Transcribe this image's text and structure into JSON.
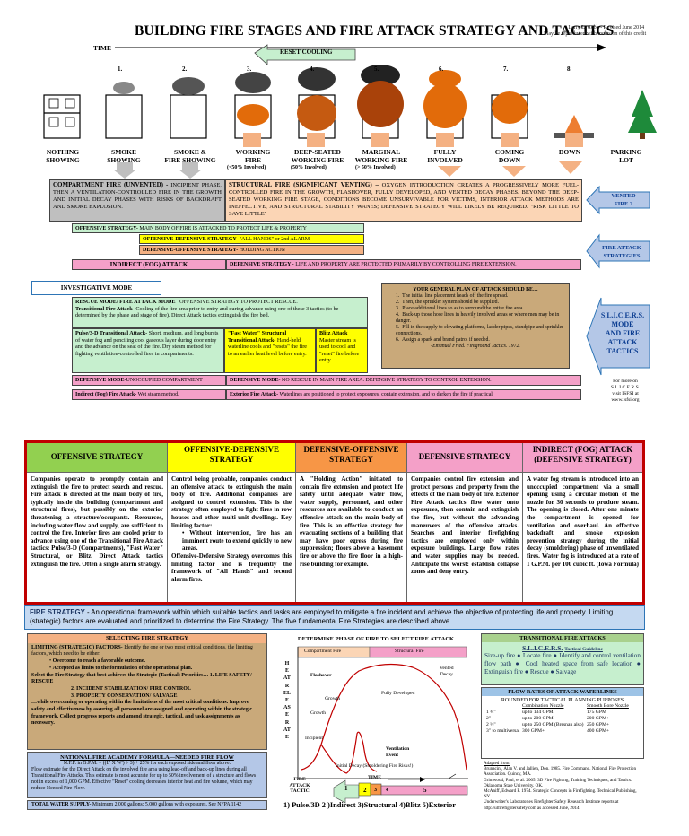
{
  "title": "BUILDING FIRE STAGES AND FIRE ATTACK STRATEGY AND TACTICS",
  "credit1": "Larry L. Cobb - Revised June 2014",
  "credit2": "May be reproduced with inclusion of this credit",
  "time_label": "TIME",
  "reset_label": "RESET COOLING",
  "stages": [
    {
      "name": "NOTHING\nSHOWING",
      "sub": ""
    },
    {
      "name": "SMOKE\nSHOWING",
      "sub": ""
    },
    {
      "name": "SMOKE &\nFIRE SHOWING",
      "sub": ""
    },
    {
      "name": "WORKING\nFIRE",
      "sub": "(<50% Involved)"
    },
    {
      "name": "DEEP-SEATED\nWORKING FIRE",
      "sub": "(50% Involved)"
    },
    {
      "name": "MARGINAL\nWORKING FIRE",
      "sub": "(> 50% Involved)"
    },
    {
      "name": "FULLY\nINVOLVED",
      "sub": ""
    },
    {
      "name": "COMING\nDOWN",
      "sub": ""
    },
    {
      "name": "DOWN",
      "sub": ""
    },
    {
      "name": "PARKING\nLOT",
      "sub": ""
    }
  ],
  "stage_nums": [
    "1.",
    "2.",
    "3.",
    "4.",
    "5.",
    "6.",
    "7.",
    "8."
  ],
  "compartment": {
    "head": "COMPARTMENT FIRE (UNVENTED) -",
    "text": "INCIPIENT PHASE, THEN A VENTILATION-CONTROLLED FIRE IN THE GROWTH AND INITIAL DECAY PHASES WITH RISKS OF BACKDRAFT AND SMOKE EXPLOSION."
  },
  "structural": {
    "head": "STRUCTURAL FIRE (SIGNIFICANT VENTING) –",
    "text": "OXYGEN INTRODUCTION CREATES A PROGRESSIVELY MORE FUEL-CONTROLLED FIRE IN THE GROWTH, FLASHOVER, FULLY DEVELOPED, AND VENTED DECAY PHASES. BEYOND THE DEEP-SEATED WORKING FIRE STAGE, CONDITIONS BECOME UNSURVIVABLE FOR VICTIMS, INTERIOR ATTACK METHODS ARE INEFFECTIVE, AND STRUCTURAL STABILITY WANES; DEFENSIVE STRATEGY WILL LIKELY BE REQUIRED. \"RISK LITTLE TO SAVE LITTLE\""
  },
  "vented_fire": "VENTED\nFIRE ?",
  "fire_attack_strategies": "FIRE ATTACK\nSTRATEGIES",
  "slicers_mode": "S.L.I.C.E.R.S.\nMODE\nAND FIRE\nATTACK\nTACTICS",
  "more_info": "For more on\nS.L.I.C.E.R.S.\nvisit ISFSI at\nwww.isfsi.org",
  "bars": {
    "offensive": {
      "head": "OFFENSIVE STRATEGY-",
      "text": " MAIN BODY OF FIRE IS ATTACKED TO PROTECT LIFE & PROPERTY"
    },
    "off_def": {
      "head": "OFFENSIVE-DEFENSIVE STRATEGY-",
      "text": " \"ALL HANDS\" or 2nd ALARM"
    },
    "def_off": {
      "head": "DEFENSIVE-OFFENSIVE STRATEGY-",
      "text": " HOLDING ACTION"
    },
    "indirect": {
      "head": "INDIRECT (FOG) ATTACK",
      "text": ""
    },
    "defensive": {
      "head": "DEFENSIVE STRATEGY -",
      "text": " LIFE AND PROPERTY ARE PROTECTED PRIMARILY BY CONTROLLING FIRE EXTENSION."
    }
  },
  "investigative": "INVESTIGATIVE MODE",
  "rescue": {
    "head": "RESCUE MODE/ FIRE ATTACK MODE",
    "head2": "OFFENSIVE STRATEGY TO PROTECT RESCUE.",
    "tfa": "Transitional Fire Attack-",
    "text": " Cooling of the fire area prior to entry and during advance using one of these 3 tactics (to be determined by the phase and stage of fire). Direct Attack tactics extinguish the fire bed."
  },
  "pulse": {
    "head": "Pulse/3-D Transitional Attack-",
    "text": " Short, medium, and long bursts of water fog and penciling cool gaseous layer during door entry and the advance on the seat of the fire. Dry steam method for fighting ventilation-controlled fires in compartments."
  },
  "fastwater": {
    "head": "\"Fast Water\" Structural Transitional Attack-",
    "text": " Hand-held waterline cools and \"resets\" the fire to an earlier heat level before entry."
  },
  "blitz": {
    "head": "Blitz Attack",
    "text": " Master stream is used to cool and \"reset\" fire before entry."
  },
  "general_plan": {
    "head": "YOUR GENERAL PLAN OF ATTACK SHOULD BE…",
    "items": [
      "The initial line placement heads off the fire spread.",
      "Then, the sprinkler system should be supplied.",
      "Place additional lines so as to surround the entire fire area.",
      "Back-up those hose lines in heavily involved areas or where men may be in danger.",
      "Fill in the supply to elevating platforms, ladder pipes, standpipe and sprinkler connections.",
      "Assign a spark and brand patrol if needed."
    ],
    "cite": "-Emanuel Fried. Fireground Tactics. 1972."
  },
  "def_mode_left": {
    "head": "DEFENSIVE MODE",
    "text": "-UNOCCUPIED COMPARTMENT"
  },
  "def_mode_right": {
    "head": "DEFENSIVE MODE",
    "text": "- NO RESCUE IN MAIN FIRE AREA. DEFENSIVE STRATEGY TO CONTROL EXTENSION."
  },
  "indirect_fog": {
    "head": "Indirect (Fog) Fire Attack-",
    "text": " Wet steam method."
  },
  "exterior": {
    "head": "Exterior Fire Attack-",
    "text": " Waterlines are positioned to protect exposures, contain extension, and to darken the fire if practical."
  },
  "columns": [
    {
      "head": "OFFENSIVE STRATEGY",
      "text": "Companies operate to promptly contain and extinguish the fire to protect search and rescue. Fire attack is directed at the main body of fire, typically inside the building (compartment and structural fires), but possibly on the exterior threatening a structure/occupants. Resources, including water flow and supply, are sufficient to control the fire. Interior fires are cooled prior to advance using one of the Transitional Fire Attack tactics: Pulse/3-D (Compartments), \"Fast Water\" Structural, or Blitz. Direct Attack tactics extinguish the fire. Often a single alarm strategy."
    },
    {
      "head": "OFFENSIVE-DEFENSIVE STRATEGY",
      "text": "Control being probable, companies conduct an offensive attack to extinguish the main body of fire. Additional companies are assigned to control extension. This is the strategy often employed to fight fires in row houses and other multi-unit dwellings. Key limiting factor:",
      "bullet": "Without intervention, fire has an imminent route to extend quickly to new areas.",
      "text2": "Offensive-Defensive Strategy overcomes this limiting factor and is frequently the framework of \"All Hands\" and second alarm fires."
    },
    {
      "head": "DEFENSIVE-OFFENSIVE STRATEGY",
      "text": "A \"Holding Action\" initiated to contain fire extension and protect life safety until adequate water flow, water supply, personnel, and other resources are available to conduct an offensive attack on the main body of fire. This is an effective strategy for evacuating sections of a building that may have poor egress during fire suppression; floors above a basement fire or above the fire floor in a high-rise building for example."
    },
    {
      "head": "DEFENSIVE STRATEGY",
      "text": "Companies control fire extension and protect persons and property from the effects of the main body of fire. Exterior Fire Attack tactics flow water onto exposures, then contain and extinguish the fire, but without the advancing maneuvers of the offensive attacks. Searches and interior firefighting tactics are employed only within exposure buildings. Large flow rates and water supplies may be needed. Anticipate the worst: establish collapse zones and deny entry."
    },
    {
      "head": "INDIRECT (FOG) ATTACK (DEFENSIVE STRATEGY)",
      "text": "A water fog stream is introduced into an unoccupied compartment via a small opening using a circular motion of the nozzle for 30 seconds to produce steam. The opening is closed. After one minute the compartment is opened for ventilation and overhaul. An effective backdraft and smoke explosion prevention strategy during the initial decay (smoldering) phase of unventilated fires. Water fog is introduced at a rate of 1 G.P.M. per 100 cubic ft. (Iowa Formula)"
    }
  ],
  "fire_strategy": {
    "head": "FIRE STRATEGY",
    "text": " - An operational framework within which suitable tactics and tasks are employed to mitigate a fire incident and achieve the objective of protecting life and property. Limiting (strategic) factors are evaluated and prioritized to determine the Fire Strategy. The five fundamental Fire Strategies are described above."
  },
  "selecting": {
    "head": "SELECTING FIRE STRATEGY",
    "p1_head": "LIMITING (STRATEGIC) FACTORS-",
    "p1": " Identify the one or two most critical conditions, the limiting factors, which need to be either:",
    "b1": "Overcome to reach a favorable outcome.",
    "b2": "Accepted as limits to the formulation of the operational plan.",
    "p2": "Select the Fire Strategy that best achieves the Strategic (Tactical) Priorities… 1. LIFE SAFETY/ RESCUE",
    "pr2": "2. INCIDENT STABILIZATION/ FIRE CONTROL",
    "pr3": "3. PROPERTY CONSERVATION/ SALVAGE",
    "p3": "…while overcoming or operating within the limitations of the most critical conditions. Improve safety and effectiveness by assuring all personnel are assigned and operating within the strategic framework. Collect progress reports and amend strategic, tactical, and task assignments as necessary."
  },
  "nfa": {
    "head": "NATIONAL FIRE ACADEMY FORMULA—NEEDED FIRE FLOW",
    "formula": "N.F.F. in G.P.M. = ((L' X W') ÷ 3) + 25% for each exposed side and floor above.",
    "text": "Flow estimate for the Direct Attack on the involved fire area using lead-off and back-up lines during all Transitional Fire Attacks. This estimate is most accurate for up to 50% involvement of a structure and flows not in excess of 1,000 GPM. Effective \"Reset\" cooling decreases interior heat and fire volume, which may reduce Needed Fire Flow."
  },
  "total_water": {
    "head": "TOTAL WATER SUPPLY-",
    "text": " Minimum 2,000 gallons; 5,000 gallons with exposures. See NFPA 1142"
  },
  "graph": {
    "head": "DETERMINE PHASE OF FIRE TO SELECT FIRE ATTACK",
    "comp": "Compartment Fire",
    "struct": "Structural Fire",
    "vertical": "HEAT RELEASE RATE",
    "flashover": "Flashover",
    "growth1": "Growth",
    "growth2": "Growth",
    "fully": "Fully Developed",
    "vented": "Vented\nDecay",
    "incipient": "Incipient",
    "vent_event": "Ventilation\nEvent",
    "init_decay": "Initial Decay (Smoldering Fire Risks!)",
    "fat": "FIRE\nATTACK\nTACTIC",
    "time": "TIME",
    "steps": [
      "1",
      "2",
      "3",
      "4",
      "5"
    ],
    "bottom": "1) Pulse/3D 2 )Indirect 3)Structural 4)Blitz 5)Exterior"
  },
  "transitional": {
    "head": "TRANSITIONAL FIRE ATTACKS",
    "slicers": "S.L.I.C.E.R.S.",
    "guide": "Tactical Guideline",
    "line1": "Size-up fire ● Locate fire ● Identify and control ventilation flow path ● Cool heated space from safe location ● Extinguish fire ● Rescue ● Salvage"
  },
  "flowrates": {
    "head": "FLOW RATES OF ATTACK WATERLINES",
    "sub": "ROUNDED FOR TACTICAL PLANNING PURPOSES",
    "col1": "Combination Nozzle",
    "col2": "Smooth Bore Nozzle",
    "rows": [
      [
        "1 ¾\"",
        "up to 134 GPM",
        "175 GPM"
      ],
      [
        "2\"",
        "up to 200 GPM",
        "200 GPM+"
      ],
      [
        "2 ½\"",
        "up to 250 GPM (Bresnan also)",
        "250 GPM+"
      ],
      [
        "3\" to multiversal",
        "300 GPM+",
        "400 GPM+"
      ]
    ]
  },
  "refs": {
    "head": "Adapted from:",
    "items": [
      "Brunacini, Alan V. and Jallien, Don. 1985. Fire Command. National Fire Protection Association. Quincy, MA.",
      "Grimwood, Paul, et al. 2005. 3D Fire Fighting, Training Techniques, and Tactics. Oklahoma State University. OK.",
      "McAniff, Edward P. 1974. Strategic Concepts in Firefighting. Technical Publishing, NY.",
      "Underwriter's Laboratories Firefighter Safety Research Institute reports at http://ulfirefightersafety.com as accessed June, 2014."
    ]
  }
}
